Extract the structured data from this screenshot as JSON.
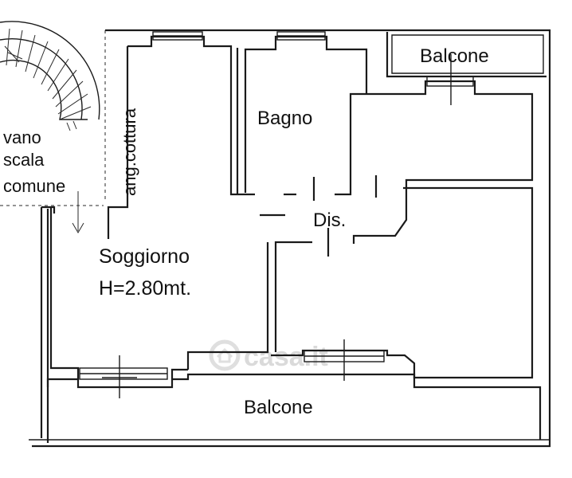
{
  "floorplan": {
    "rooms": {
      "balcone_top": "Balcone",
      "bagno": "Bagno",
      "angolo_cottura": "ang.cottura",
      "vano_scala": [
        "vano",
        "scala",
        "comune"
      ],
      "disimpegno": "Dis.",
      "soggiorno": "Soggiorno",
      "soggiorno_height": "H=2.80mt.",
      "balcone_bottom": "Balcone"
    },
    "watermark": "casa.it"
  },
  "colors": {
    "line": "#1a1a1a",
    "background": "#ffffff",
    "watermark": "#d6d6d6"
  }
}
